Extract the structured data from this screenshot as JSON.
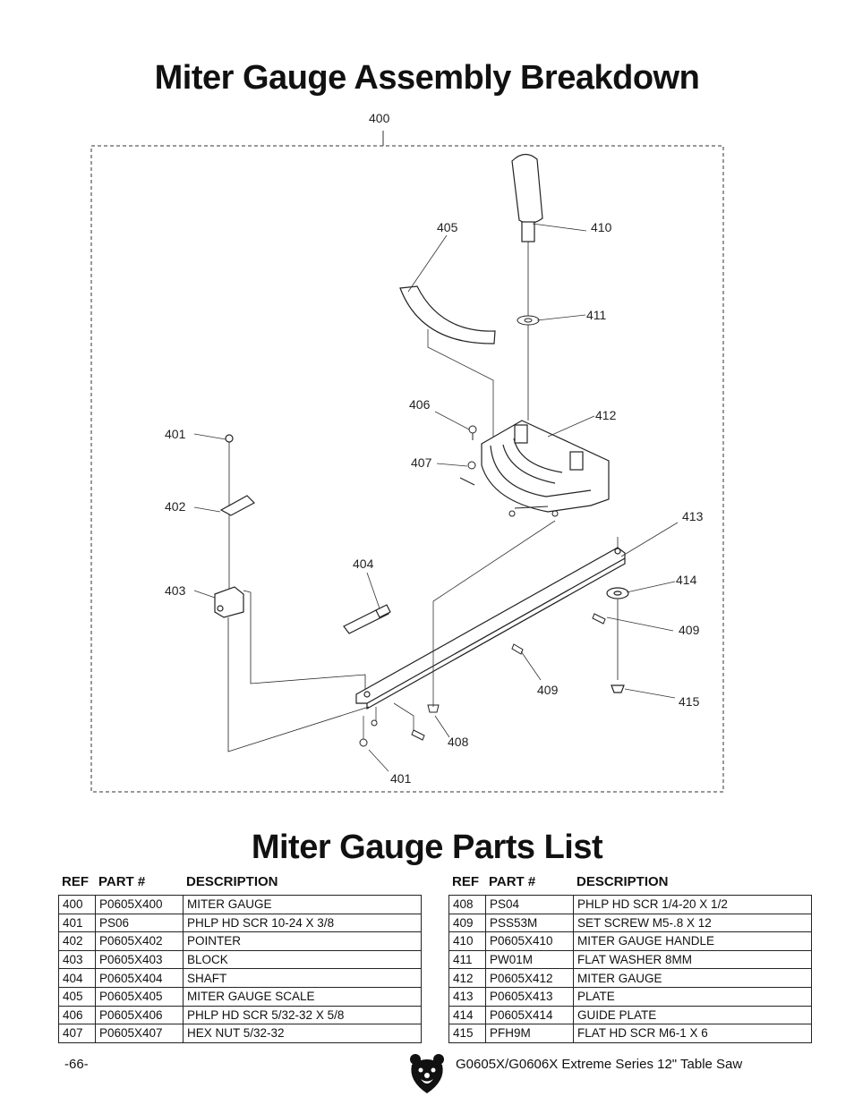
{
  "page": {
    "title": "Miter Gauge Assembly Breakdown",
    "parts_title": "Miter Gauge Parts List",
    "page_number": "-66-",
    "footer_title": "G0605X/G0606X Extreme Series 12\" Table Saw"
  },
  "diagram": {
    "callouts": {
      "c400": "400",
      "c405": "405",
      "c410": "410",
      "c411": "411",
      "c406": "406",
      "c412": "412",
      "c401a": "401",
      "c407": "407",
      "c413": "413",
      "c402": "402",
      "c404": "404",
      "c414": "414",
      "c403": "403",
      "c409a": "409",
      "c409b": "409",
      "c415": "415",
      "c408": "408",
      "c401b": "401"
    }
  },
  "table": {
    "headers": {
      "ref": "REF",
      "part": "PART #",
      "desc": "DESCRIPTION"
    },
    "left": [
      [
        "400",
        "P0605X400",
        "MITER GAUGE"
      ],
      [
        "401",
        "PS06",
        "PHLP HD SCR 10-24 X 3/8"
      ],
      [
        "402",
        "P0605X402",
        "POINTER"
      ],
      [
        "403",
        "P0605X403",
        "BLOCK"
      ],
      [
        "404",
        "P0605X404",
        "SHAFT"
      ],
      [
        "405",
        "P0605X405",
        "MITER GAUGE SCALE"
      ],
      [
        "406",
        "P0605X406",
        "PHLP HD SCR 5/32-32 X 5/8"
      ],
      [
        "407",
        "P0605X407",
        "HEX NUT 5/32-32"
      ]
    ],
    "right": [
      [
        "408",
        "PS04",
        "PHLP HD SCR 1/4-20 X 1/2"
      ],
      [
        "409",
        "PSS53M",
        "SET SCREW M5-.8 X 12"
      ],
      [
        "410",
        "P0605X410",
        "MITER GAUGE HANDLE"
      ],
      [
        "411",
        "PW01M",
        "FLAT WASHER 8MM"
      ],
      [
        "412",
        "P0605X412",
        "MITER GAUGE"
      ],
      [
        "413",
        "P0605X413",
        "PLATE"
      ],
      [
        "414",
        "P0605X414",
        "GUIDE PLATE"
      ],
      [
        "415",
        "PFH9M",
        "FLAT HD SCR M6-1 X 6"
      ]
    ]
  }
}
